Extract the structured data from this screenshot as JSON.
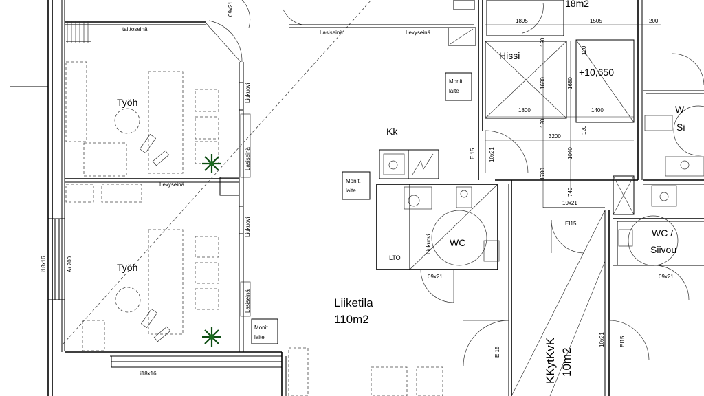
{
  "labels": {
    "taittoseina": "taittoseinä",
    "lasiseina": "Lasiseinä",
    "levyseina": "Levyseinä",
    "liukuovi": "Liukuovi",
    "tyoh_1": "Työh",
    "tyoh_2": "Työh",
    "monit_line1": "Monit.",
    "monit_line2": "laite",
    "kk": "Kk",
    "hissi": "Hissi",
    "level": "+10,650",
    "area_top": "18m2",
    "wc": "WC",
    "wc_siivous_1": "WC /",
    "wc_siivous_2": "Siivou",
    "w_partial": "W",
    "si_partial": "Si",
    "lto": "LTO",
    "liukuovi_wc": "Liukuovi",
    "liiketila": "Liiketila",
    "liiketila_area": "110m2",
    "kk_vert": "KKytKvK",
    "kk_vert_area": "10m2",
    "ei15": "EI15",
    "ar700": "Ar.700",
    "i18x16": "i18x16",
    "door_09x21": "09x21",
    "door_10x21": "10x21"
  },
  "dimensions": {
    "d1895": "1895",
    "d1505": "1505",
    "d200": "200",
    "d1800": "1800",
    "d1400": "1400",
    "d3200": "3200",
    "d1680a": "1680",
    "d1680b": "1680",
    "d120a": "120",
    "d120b": "120",
    "d120c": "120",
    "d120d": "120",
    "d1780": "1780",
    "d1040": "1040",
    "d740": "740"
  }
}
